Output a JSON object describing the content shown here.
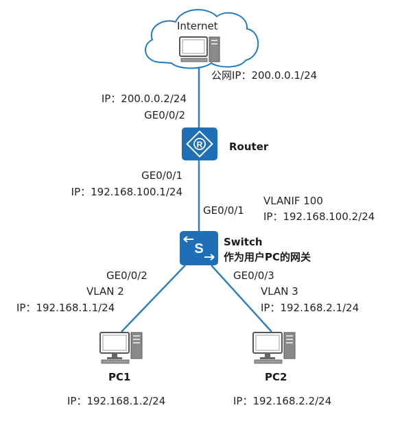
{
  "colors": {
    "link": "#2e7fc0",
    "device": "#1e6fb5",
    "device_text": "#ffffff",
    "cloud_stroke": "#1d7ac4"
  },
  "internet": {
    "label": "Internet",
    "ip": "公网IP：200.0.0.1/24"
  },
  "router": {
    "name": "Router",
    "up_ip": "IP：200.0.0.2/24",
    "up_port": "GE0/0/2",
    "down_port": "GE0/0/1",
    "down_ip": "IP：192.168.100.1/24",
    "icon": "router-icon"
  },
  "switch": {
    "name": "Switch",
    "desc": "作为用户PC的网关",
    "up_port": "GE0/0/1",
    "vlanif": "VLANIF 100",
    "vlanif_ip": "IP：192.168.100.2/24",
    "left_port": "GE0/0/2",
    "left_vlan": "VLAN 2",
    "left_ip": "IP：192.168.1.1/24",
    "right_port": "GE0/0/3",
    "right_vlan": "VLAN 3",
    "right_ip": "IP：192.168.2.1/24",
    "icon": "switch-icon"
  },
  "pc1": {
    "name": "PC1",
    "ip": "IP：192.168.1.2/24",
    "icon": "computer-icon"
  },
  "pc2": {
    "name": "PC2",
    "ip": "IP：192.168.2.2/24",
    "icon": "computer-icon"
  }
}
